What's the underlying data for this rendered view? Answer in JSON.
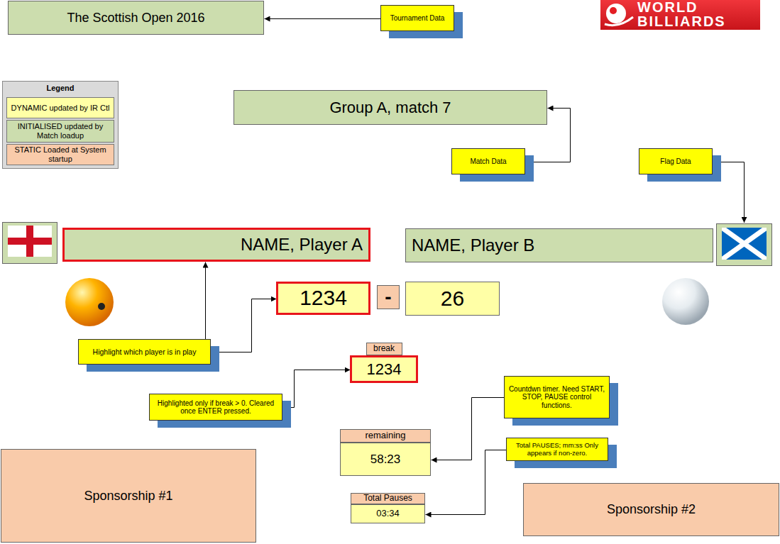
{
  "diagram": {
    "nodes": [
      {
        "text": [
          "The Scottish Open 2016"
        ]
      },
      {
        "text": [
          "Tournament Data"
        ]
      },
      {
        "text": [
          "WORLD BILLIARDS"
        ]
      },
      {
        "text": [
          "Group A, match 7"
        ]
      },
      {
        "text": [
          "Match Data"
        ]
      },
      {
        "text": [
          "Flag Data"
        ]
      },
      {
        "text": [
          "NAME, Player A"
        ]
      },
      {
        "text": [
          "NAME, Player B"
        ]
      },
      {
        "text": [
          "1234"
        ]
      },
      {
        "text": [
          "-"
        ]
      },
      {
        "text": [
          "26"
        ]
      },
      {
        "text": [
          "Highlight which player is in play"
        ]
      },
      {
        "text": [
          "break",
          "1234"
        ]
      },
      {
        "text": [
          "Highlighted only if break > 0. Cleared once ENTER pressed."
        ]
      },
      {
        "text": [
          "Countdwn timer. Need START, STOP, PAUSE control functions."
        ]
      },
      {
        "text": [
          "remaining",
          "58:23"
        ]
      },
      {
        "text": [
          "Total PAUSES; mm:ss Only appears if non-zero."
        ]
      },
      {
        "text": [
          "Total Pauses",
          "03:34"
        ]
      },
      {
        "text": [
          "Sponsorship #1"
        ]
      },
      {
        "text": [
          "Sponsorship #2"
        ]
      }
    ],
    "edges": [
      {
        "from": 1,
        "to": 0,
        "arrow": "to"
      },
      {
        "from": 4,
        "to": 3,
        "arrow": "to"
      },
      {
        "from": 11,
        "to": 6,
        "arrow": "to"
      },
      {
        "from": 11,
        "to": 8,
        "arrow": "to"
      },
      {
        "from": 13,
        "to": 12,
        "arrow": "to"
      },
      {
        "from": 14,
        "to": 15,
        "arrow": "to"
      },
      {
        "from": 16,
        "to": 17,
        "arrow": "to"
      }
    ],
    "labels": [
      "Legend"
    ],
    "legend": [
      {
        "text": "DYNAMIC updated by IR Ctl",
        "color": "#FFFFA6"
      },
      {
        "text": "INITIALISED updated by Match loadup",
        "color": "#CCDDAE"
      },
      {
        "text": "STATIC Loaded at System startup",
        "color": "#F9CBAA"
      }
    ]
  }
}
